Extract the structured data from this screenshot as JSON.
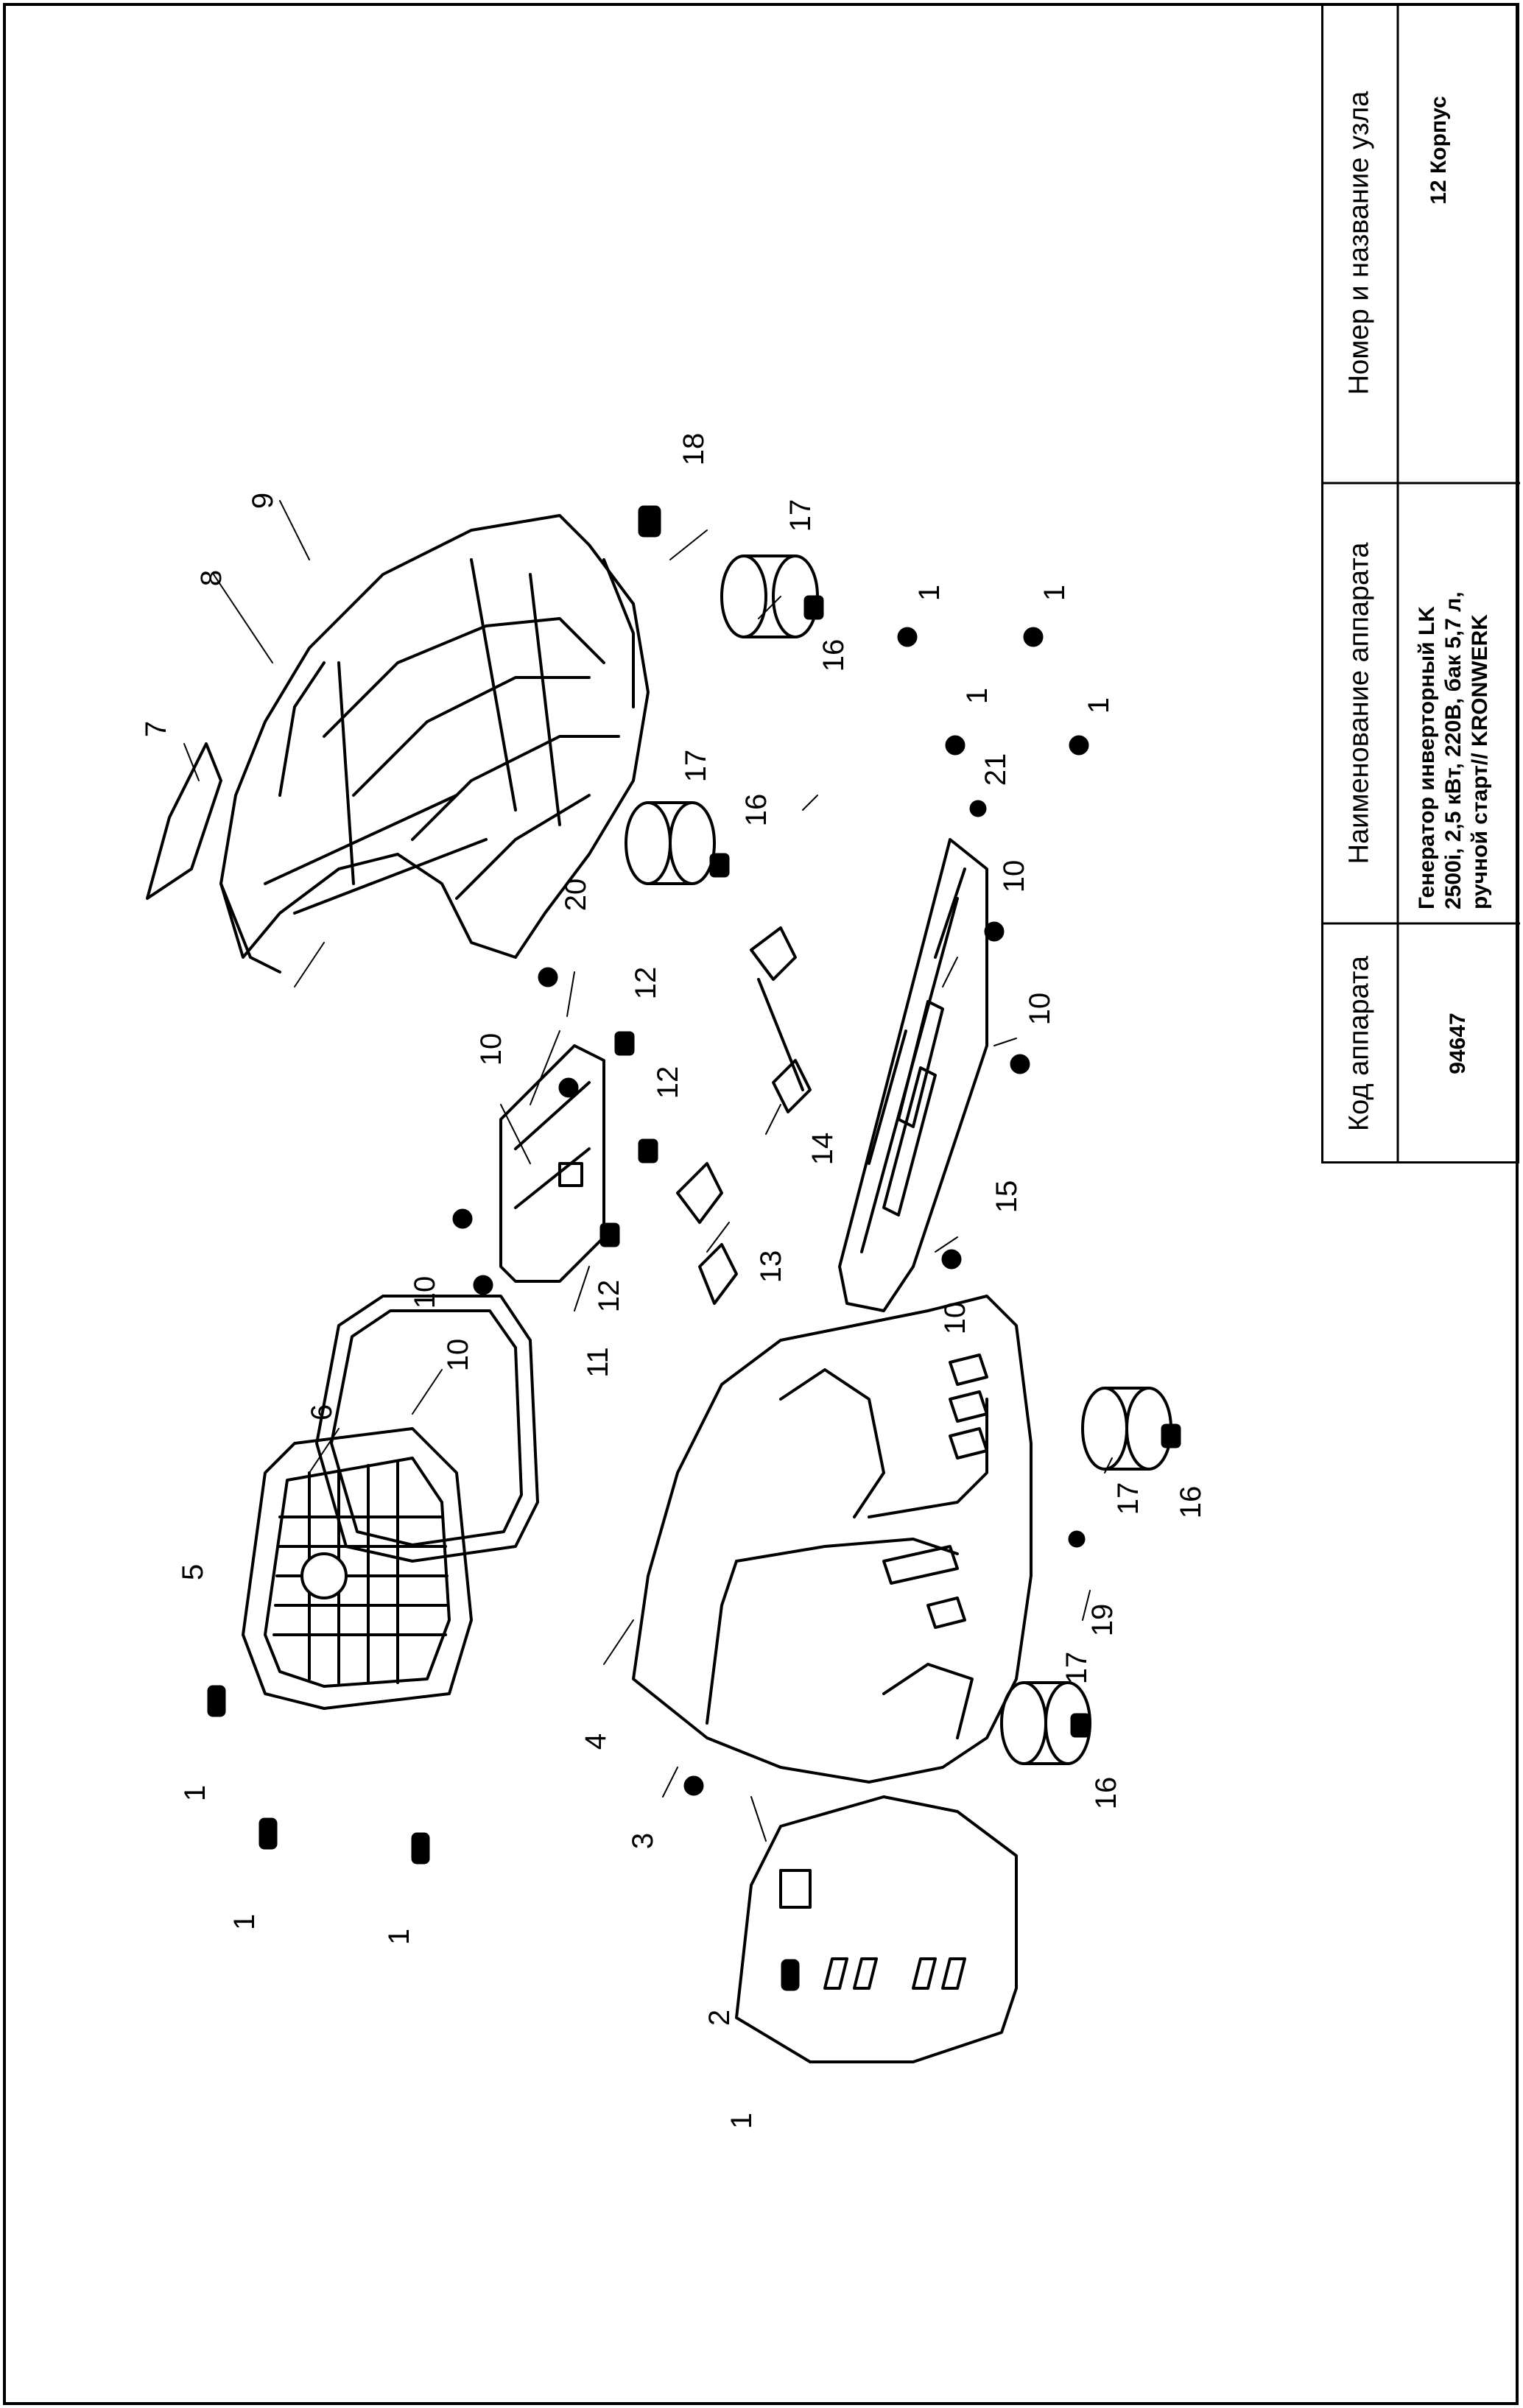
{
  "title_block": {
    "headers": {
      "code": "Код аппарата",
      "name": "Наименование аппарата",
      "unit": "Номер и название узла"
    },
    "values": {
      "code": "94647",
      "name_line1": "Генератор инверторный LK",
      "name_line2": "2500i, 2,5 кВт, 220В, бак 5,7 л,",
      "name_line3": "ручной старт// KRONWERK",
      "unit": "12 Корпус"
    }
  },
  "callouts": {
    "c1": "1",
    "c2": "2",
    "c3": "3",
    "c4": "4",
    "c5": "5",
    "c6": "6",
    "c7": "7",
    "c8": "8",
    "c9": "9",
    "c10": "10",
    "c11": "11",
    "c12": "12",
    "c13": "13",
    "c14": "14",
    "c15": "15",
    "c16": "16",
    "c17": "17",
    "c18": "18",
    "c19": "19",
    "c20": "20",
    "c21": "21"
  }
}
